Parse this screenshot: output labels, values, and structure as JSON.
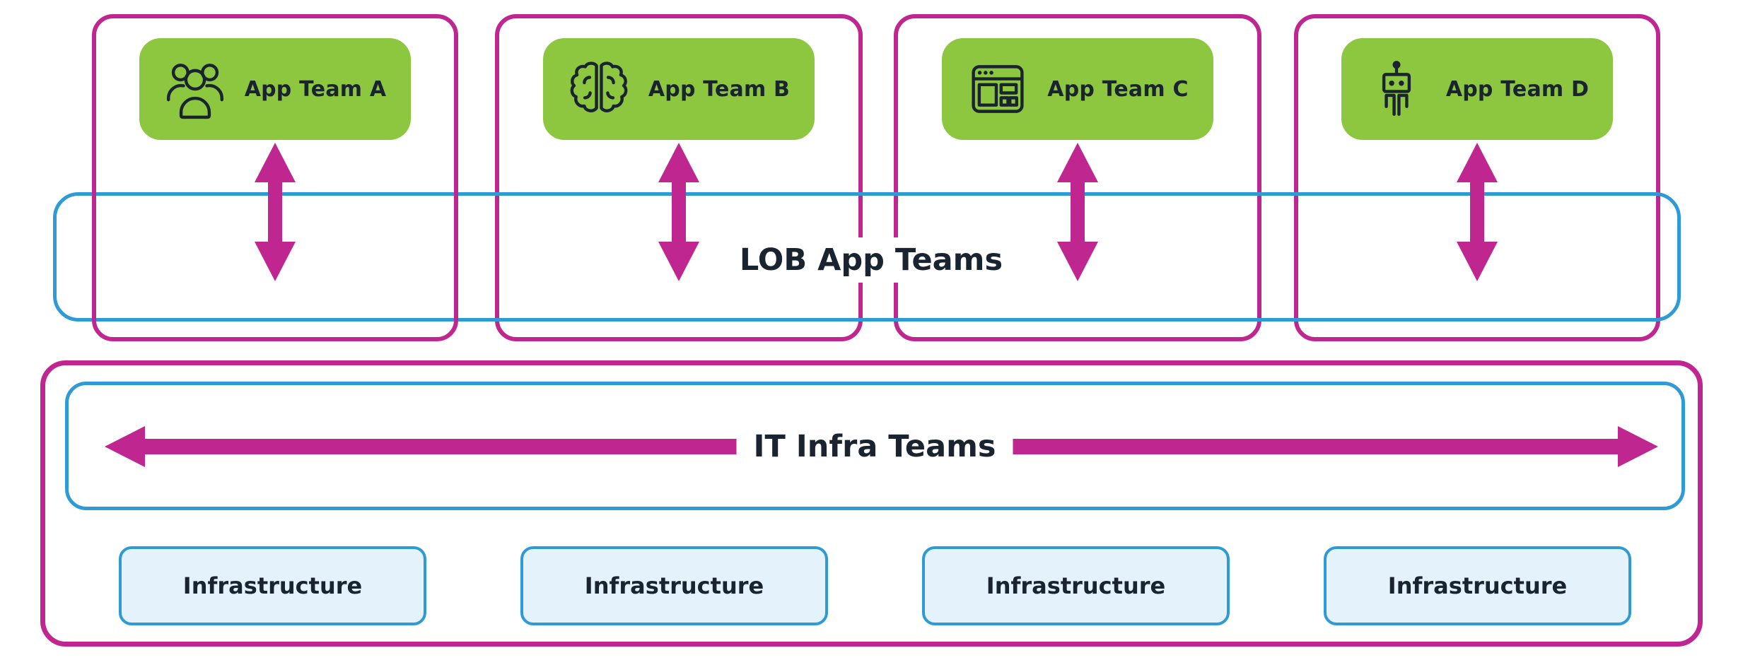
{
  "colors": {
    "magenta": "#C0268F",
    "green": "#8DC63F",
    "blue": "#2E9AD6",
    "light_blue": "#E4F2FB",
    "text_dark": "#1A2430",
    "background": "#FFFFFF"
  },
  "lob": {
    "label": "LOB App Teams",
    "teams": [
      {
        "name": "App Team A",
        "icon": "users-icon"
      },
      {
        "name": "App Team B",
        "icon": "brain-icon"
      },
      {
        "name": "App Team C",
        "icon": "browser-window-icon"
      },
      {
        "name": "App Team D",
        "icon": "robot-icon"
      }
    ]
  },
  "infrastructure": {
    "label": "IT Infra Teams",
    "boxes": [
      {
        "name": "Infrastructure"
      },
      {
        "name": "Infrastructure"
      },
      {
        "name": "Infrastructure"
      },
      {
        "name": "Infrastructure"
      }
    ]
  }
}
